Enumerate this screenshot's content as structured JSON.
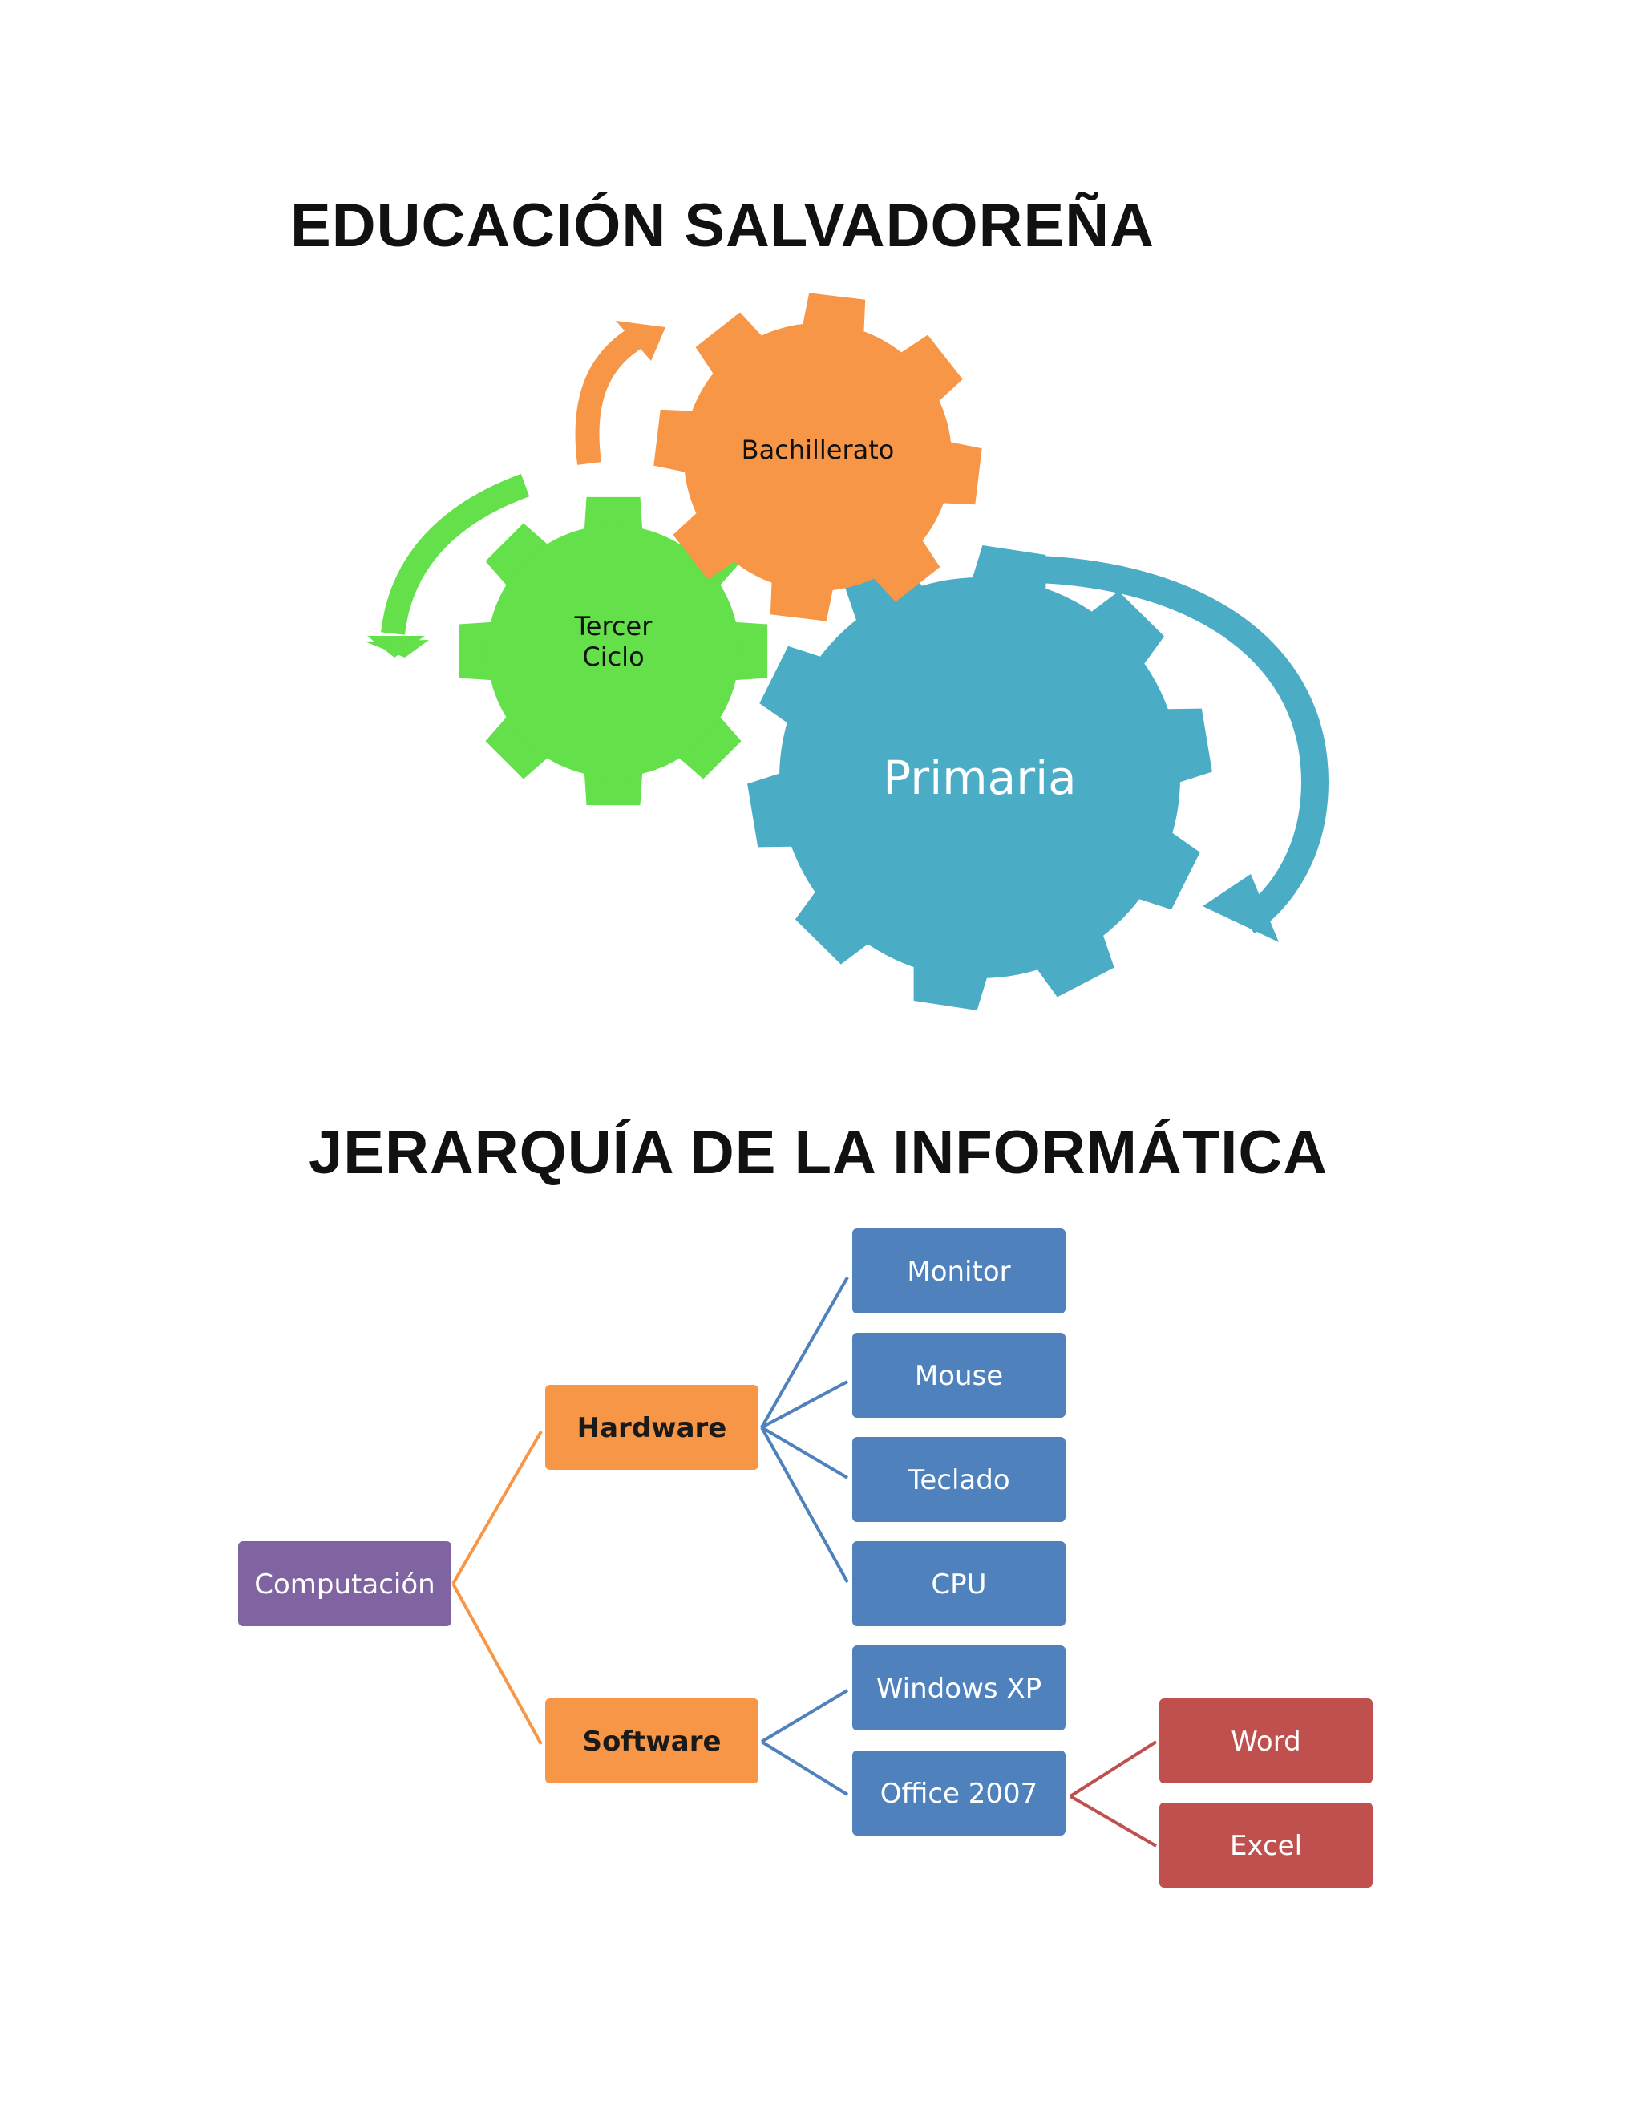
{
  "titles": {
    "education": "EDUCACIÓN SALVADOREÑA",
    "informatics": "JERARQUÍA DE LA INFORMÁTICA"
  },
  "gears": {
    "primaria": "Primaria",
    "tercer_ciclo_line1": "Tercer",
    "tercer_ciclo_line2": "Ciclo",
    "bachillerato": "Bachillerato"
  },
  "hierarchy": {
    "root": "Computación",
    "hardware": "Hardware",
    "software": "Software",
    "hardware_items": [
      "Monitor",
      "Mouse",
      "Teclado",
      "CPU"
    ],
    "software_items": [
      "Windows XP",
      "Office 2007"
    ],
    "office_items": [
      "Word",
      "Excel"
    ]
  },
  "colors": {
    "gear_blue": "#4bacc6",
    "gear_green": "#63e04a",
    "gear_orange": "#f79646",
    "root_purple": "#8064a2",
    "level1_orange": "#f79646",
    "level2_blue": "#4f81bd",
    "level3_red": "#c0504d"
  }
}
